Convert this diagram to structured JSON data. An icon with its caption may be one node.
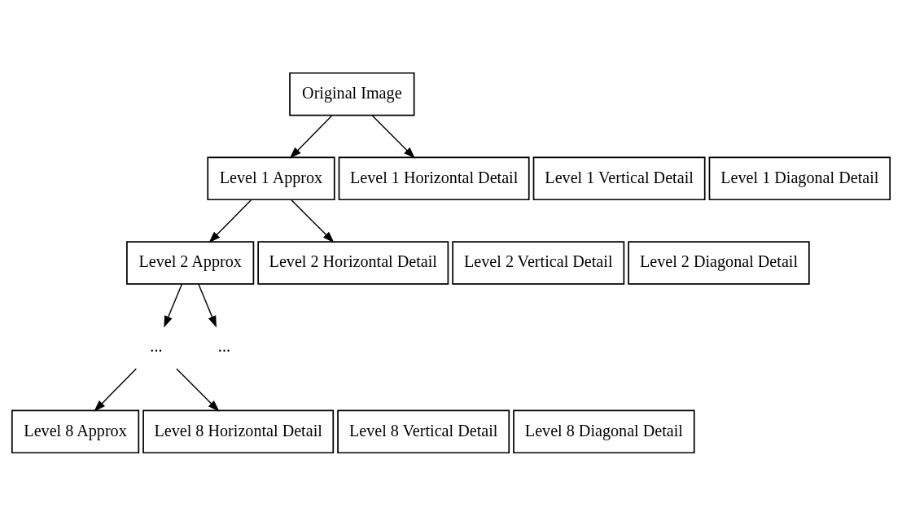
{
  "diagram": {
    "nodes": [
      {
        "text": [
          "Original Image"
        ]
      },
      {
        "text": [
          "Level 1 Approx"
        ]
      },
      {
        "text": [
          "Level 1 Horizontal Detail"
        ]
      },
      {
        "text": [
          "Level 1 Vertical Detail"
        ]
      },
      {
        "text": [
          "Level 1 Diagonal Detail"
        ]
      },
      {
        "text": [
          "Level 2 Approx"
        ]
      },
      {
        "text": [
          "Level 2 Horizontal Detail"
        ]
      },
      {
        "text": [
          "Level 2 Vertical Detail"
        ]
      },
      {
        "text": [
          "Level 2 Diagonal Detail"
        ]
      },
      {
        "text": [
          "..."
        ]
      },
      {
        "text": [
          "..."
        ]
      },
      {
        "text": [
          "Level 8 Approx"
        ]
      },
      {
        "text": [
          "Level 8 Horizontal Detail"
        ]
      },
      {
        "text": [
          "Level 8 Vertical Detail"
        ]
      },
      {
        "text": [
          "Level 8 Diagonal Detail"
        ]
      }
    ],
    "edges": [
      {
        "from": 0,
        "to": 1,
        "arrow": "to"
      },
      {
        "from": 0,
        "to": 2,
        "arrow": "to"
      },
      {
        "from": 1,
        "to": 5,
        "arrow": "to"
      },
      {
        "from": 1,
        "to": 6,
        "arrow": "to"
      },
      {
        "from": 5,
        "to": 9,
        "arrow": "to"
      },
      {
        "from": 5,
        "to": 10,
        "arrow": "to"
      },
      {
        "from": 9,
        "to": 11,
        "arrow": "to"
      },
      {
        "from": 9,
        "to": 12,
        "arrow": "to"
      }
    ]
  }
}
